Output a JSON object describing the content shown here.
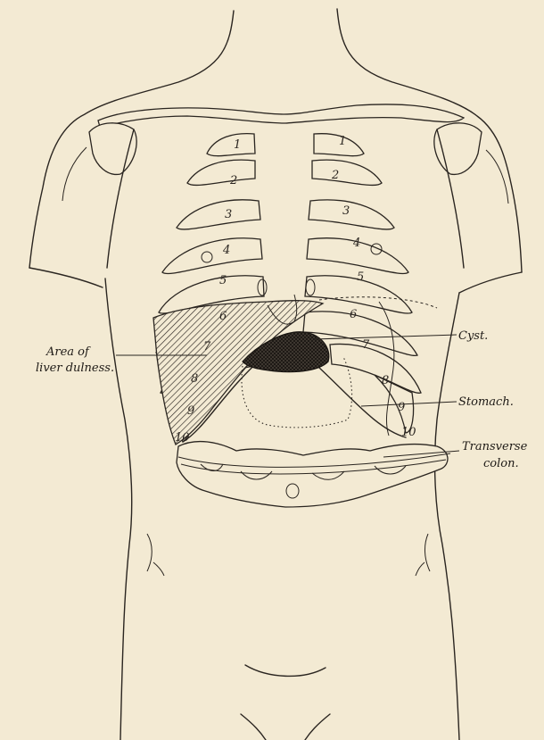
{
  "labels": {
    "liver_line1": "Area of",
    "liver_line2": "liver dulness.",
    "cyst": "Cyst.",
    "stomach": "Stomach.",
    "colon_line1": "Transverse",
    "colon_line2": "colon."
  },
  "rib_numbers": {
    "right": [
      "1",
      "2",
      "3",
      "4",
      "5",
      "6",
      "7",
      "8",
      "9",
      "10"
    ],
    "left": [
      "1",
      "2",
      "3",
      "4",
      "5",
      "6",
      "7",
      "8",
      "9",
      "10"
    ]
  },
  "colors": {
    "paper": "#f3ead3",
    "ink": "#2a2520"
  }
}
